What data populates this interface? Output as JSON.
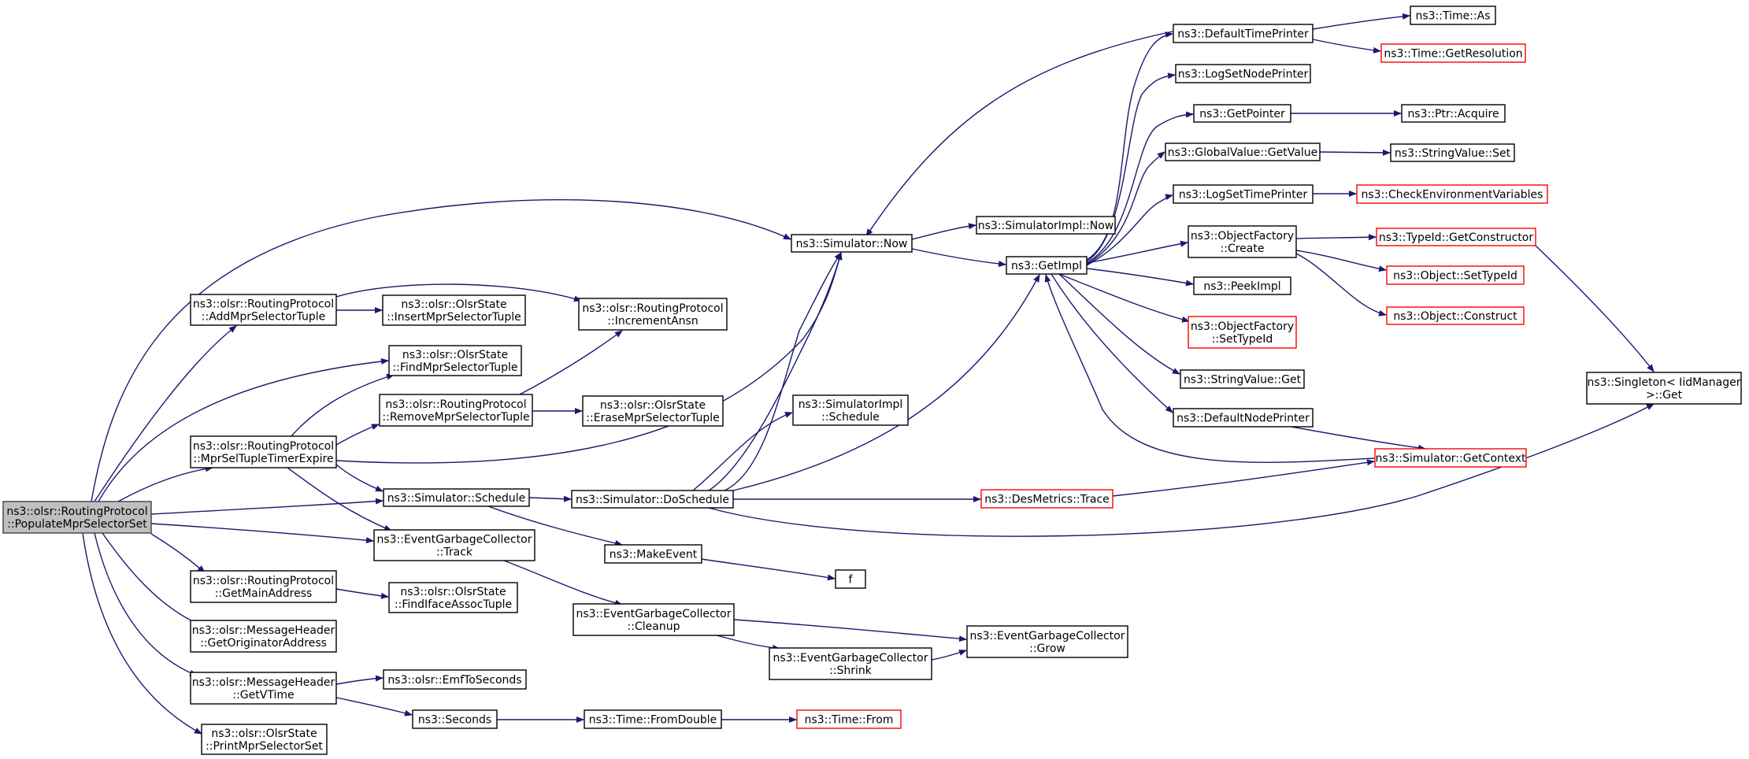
{
  "colors": {
    "edge": "#191970",
    "node_border": "#000000",
    "node_border_truncated": "#ff0000",
    "node_fill": "#ffffff",
    "root_fill": "#bfbfbf",
    "root_border": "#404040",
    "text": "#000000"
  },
  "nodes": {
    "populate": {
      "lines": [
        "ns3::olsr::RoutingProtocol",
        "::PopulateMprSelectorSet"
      ],
      "kind": "root"
    },
    "add_mpr": {
      "lines": [
        "ns3::olsr::RoutingProtocol",
        "::AddMprSelectorTuple"
      ],
      "kind": "normal"
    },
    "insert_mpr": {
      "lines": [
        "ns3::olsr::OlsrState",
        "::InsertMprSelectorTuple"
      ],
      "kind": "normal"
    },
    "increment_ansn": {
      "lines": [
        "ns3::olsr::RoutingProtocol",
        "::IncrementAnsn"
      ],
      "kind": "normal"
    },
    "find_mpr": {
      "lines": [
        "ns3::olsr::OlsrState",
        "::FindMprSelectorTuple"
      ],
      "kind": "normal"
    },
    "remove_mpr": {
      "lines": [
        "ns3::olsr::RoutingProtocol",
        "::RemoveMprSelectorTuple"
      ],
      "kind": "normal"
    },
    "erase_mpr": {
      "lines": [
        "ns3::olsr::OlsrState",
        "::EraseMprSelectorTuple"
      ],
      "kind": "normal"
    },
    "mprsel_expire": {
      "lines": [
        "ns3::olsr::RoutingProtocol",
        "::MprSelTupleTimerExpire"
      ],
      "kind": "normal"
    },
    "sim_schedule": {
      "lines": [
        "ns3::Simulator::Schedule"
      ],
      "kind": "normal"
    },
    "egc_track": {
      "lines": [
        "ns3::EventGarbageCollector",
        "::Track"
      ],
      "kind": "normal"
    },
    "get_main": {
      "lines": [
        "ns3::olsr::RoutingProtocol",
        "::GetMainAddress"
      ],
      "kind": "normal"
    },
    "find_iface": {
      "lines": [
        "ns3::olsr::OlsrState",
        "::FindIfaceAssocTuple"
      ],
      "kind": "normal"
    },
    "get_orig": {
      "lines": [
        "ns3::olsr::MessageHeader",
        "::GetOriginatorAddress"
      ],
      "kind": "normal"
    },
    "get_vtime": {
      "lines": [
        "ns3::olsr::MessageHeader",
        "::GetVTime"
      ],
      "kind": "normal"
    },
    "emf": {
      "lines": [
        "ns3::olsr::EmfToSeconds"
      ],
      "kind": "normal"
    },
    "seconds": {
      "lines": [
        "ns3::Seconds"
      ],
      "kind": "normal"
    },
    "print_mpr": {
      "lines": [
        "ns3::olsr::OlsrState",
        "::PrintMprSelectorSet"
      ],
      "kind": "normal"
    },
    "sim_now": {
      "lines": [
        "ns3::Simulator::Now"
      ],
      "kind": "normal"
    },
    "simimpl_now": {
      "lines": [
        "ns3::SimulatorImpl::Now"
      ],
      "kind": "normal"
    },
    "get_impl": {
      "lines": [
        "ns3::GetImpl"
      ],
      "kind": "normal"
    },
    "simimpl_sched": {
      "lines": [
        "ns3::SimulatorImpl",
        "::Schedule"
      ],
      "kind": "normal"
    },
    "do_schedule": {
      "lines": [
        "ns3::Simulator::DoSchedule"
      ],
      "kind": "normal"
    },
    "make_event": {
      "lines": [
        "ns3::MakeEvent"
      ],
      "kind": "normal"
    },
    "f": {
      "lines": [
        "f"
      ],
      "kind": "normal"
    },
    "egc_cleanup": {
      "lines": [
        "ns3::EventGarbageCollector",
        "::Cleanup"
      ],
      "kind": "normal"
    },
    "egc_shrink": {
      "lines": [
        "ns3::EventGarbageCollector",
        "::Shrink"
      ],
      "kind": "normal"
    },
    "egc_grow": {
      "lines": [
        "ns3::EventGarbageCollector",
        "::Grow"
      ],
      "kind": "normal"
    },
    "time_fromdouble": {
      "lines": [
        "ns3::Time::FromDouble"
      ],
      "kind": "normal"
    },
    "time_from": {
      "lines": [
        "ns3::Time::From"
      ],
      "kind": "truncated"
    },
    "des_trace": {
      "lines": [
        "ns3::DesMetrics::Trace"
      ],
      "kind": "truncated"
    },
    "default_time": {
      "lines": [
        "ns3::DefaultTimePrinter"
      ],
      "kind": "normal"
    },
    "log_node": {
      "lines": [
        "ns3::LogSetNodePrinter"
      ],
      "kind": "normal"
    },
    "get_pointer": {
      "lines": [
        "ns3::GetPointer"
      ],
      "kind": "normal"
    },
    "gv_getvalue": {
      "lines": [
        "ns3::GlobalValue::GetValue"
      ],
      "kind": "normal"
    },
    "log_time": {
      "lines": [
        "ns3::LogSetTimePrinter"
      ],
      "kind": "normal"
    },
    "of_create": {
      "lines": [
        "ns3::ObjectFactory",
        "::Create"
      ],
      "kind": "normal"
    },
    "peek_impl": {
      "lines": [
        "ns3::PeekImpl"
      ],
      "kind": "normal"
    },
    "of_settypeid": {
      "lines": [
        "ns3::ObjectFactory",
        "::SetTypeId"
      ],
      "kind": "truncated"
    },
    "sv_get": {
      "lines": [
        "ns3::StringValue::Get"
      ],
      "kind": "normal"
    },
    "default_node": {
      "lines": [
        "ns3::DefaultNodePrinter"
      ],
      "kind": "normal"
    },
    "sim_getcontext": {
      "lines": [
        "ns3::Simulator::GetContext"
      ],
      "kind": "truncated"
    },
    "time_as": {
      "lines": [
        "ns3::Time::As"
      ],
      "kind": "normal"
    },
    "time_getres": {
      "lines": [
        "ns3::Time::GetResolution"
      ],
      "kind": "truncated"
    },
    "ptr_acquire": {
      "lines": [
        "ns3::Ptr::Acquire"
      ],
      "kind": "normal"
    },
    "sv_set": {
      "lines": [
        "ns3::StringValue::Set"
      ],
      "kind": "normal"
    },
    "check_env": {
      "lines": [
        "ns3::CheckEnvironmentVariables"
      ],
      "kind": "truncated"
    },
    "typeid_getctor": {
      "lines": [
        "ns3::TypeId::GetConstructor"
      ],
      "kind": "truncated"
    },
    "obj_settypeid": {
      "lines": [
        "ns3::Object::SetTypeId"
      ],
      "kind": "truncated"
    },
    "obj_construct": {
      "lines": [
        "ns3::Object::Construct"
      ],
      "kind": "truncated"
    },
    "singleton_get": {
      "lines": [
        "ns3::Singleton< IidManager",
        ">::Get"
      ],
      "kind": "normal"
    }
  }
}
